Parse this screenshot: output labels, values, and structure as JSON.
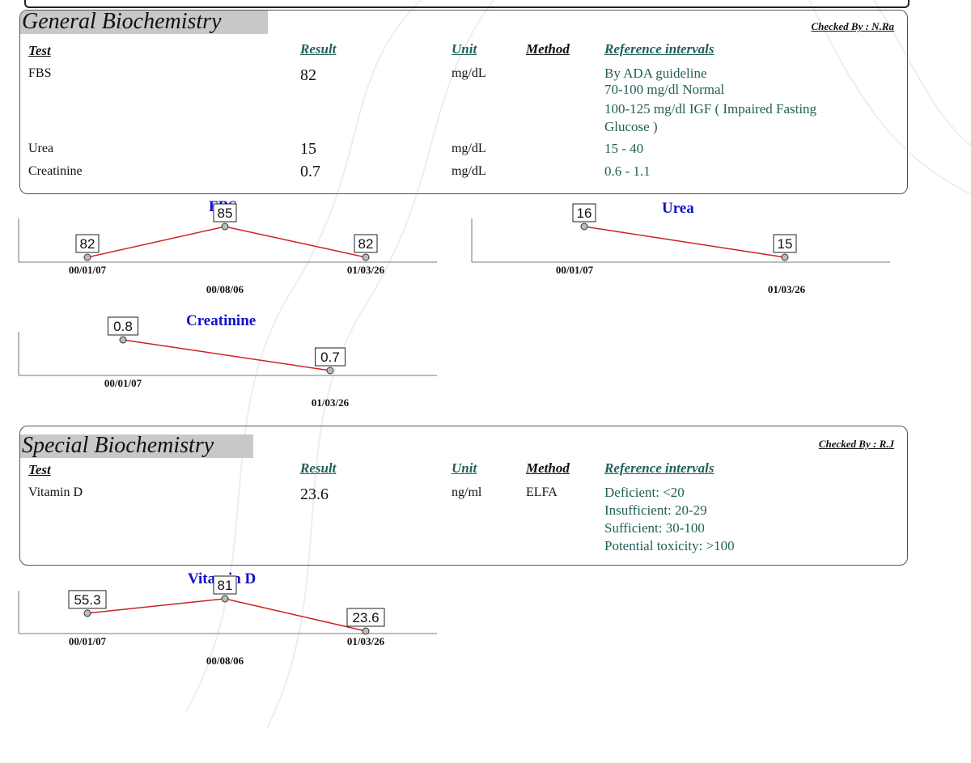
{
  "general": {
    "title": "General Biochemistry",
    "checked_by": "Checked By : N.Ra",
    "headers": {
      "test": "Test",
      "result": "Result",
      "unit": "Unit",
      "method": "Method",
      "ref": "Reference intervals"
    },
    "rows": [
      {
        "test": "FBS",
        "result": "82",
        "unit": "mg/dL",
        "method": "",
        "ref": [
          "By ADA guideline",
          "70-100 mg/dl Normal",
          "100-125 mg/dl IGF ( Impaired Fasting",
          "Glucose )"
        ]
      },
      {
        "test": "Urea",
        "result": "15",
        "unit": "mg/dL",
        "method": "",
        "ref": [
          "15 - 40"
        ]
      },
      {
        "test": "Creatinine",
        "result": "0.7",
        "unit": "mg/dL",
        "method": "",
        "ref": [
          "0.6 - 1.1"
        ]
      }
    ]
  },
  "special": {
    "title": "Special Biochemistry",
    "checked_by": "Checked By : R.J",
    "headers": {
      "test": "Test",
      "result": "Result",
      "unit": "Unit",
      "method": "Method",
      "ref": "Reference intervals"
    },
    "rows": [
      {
        "test": "Vitamin D",
        "result": "23.6",
        "unit": "ng/ml",
        "method": "ELFA",
        "ref": [
          "Deficient: <20",
          "Insufficient: 20-29",
          "Sufficient: 30-100",
          "Potential toxicity: >100"
        ]
      }
    ]
  },
  "colors": {
    "line": "#cc2222",
    "title": "#1111cc",
    "ref_text": "#1f5f57"
  },
  "chart_data": [
    {
      "type": "line",
      "title": "FBS",
      "x": [
        "00/01/07",
        "00/08/06",
        "01/03/26"
      ],
      "values": [
        82,
        85,
        82
      ],
      "data_labels": [
        "82",
        "85",
        "82"
      ]
    },
    {
      "type": "line",
      "title": "Urea",
      "x": [
        "00/01/07",
        "01/03/26"
      ],
      "values": [
        16,
        15
      ],
      "data_labels": [
        "16",
        "15"
      ]
    },
    {
      "type": "line",
      "title": "Creatinine",
      "x": [
        "00/01/07",
        "01/03/26"
      ],
      "values": [
        0.8,
        0.7
      ],
      "data_labels": [
        "0.8",
        "0.7"
      ]
    },
    {
      "type": "line",
      "title": "Vitamin D",
      "x": [
        "00/01/07",
        "00/08/06",
        "01/03/26"
      ],
      "values": [
        55.3,
        81,
        23.6
      ],
      "data_labels": [
        "55.3",
        "81",
        "23.6"
      ]
    }
  ]
}
